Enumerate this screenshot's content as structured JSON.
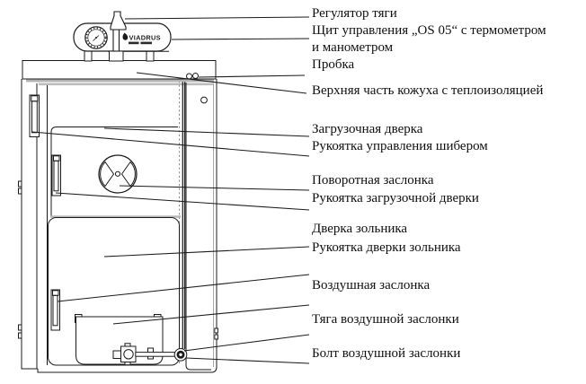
{
  "brand": {
    "name": "VIADRUS"
  },
  "callouts": [
    "Регулятор тяги",
    "Щит управления „OS 05“ с термометром",
    "и манометром",
    "Пробка",
    "Верхняя часть кожуха с теплоизоляцией",
    "Загрузочная дверка",
    "Рукоятка управления шибером",
    "Поворотная заслонка",
    "Рукоятка загрузочной дверки",
    "Дверка зольника",
    "Рукоятка дверки зольника",
    "Воздушная заслонка",
    "Тяга воздушной заслонки",
    "Болт воздушной заслонки"
  ]
}
